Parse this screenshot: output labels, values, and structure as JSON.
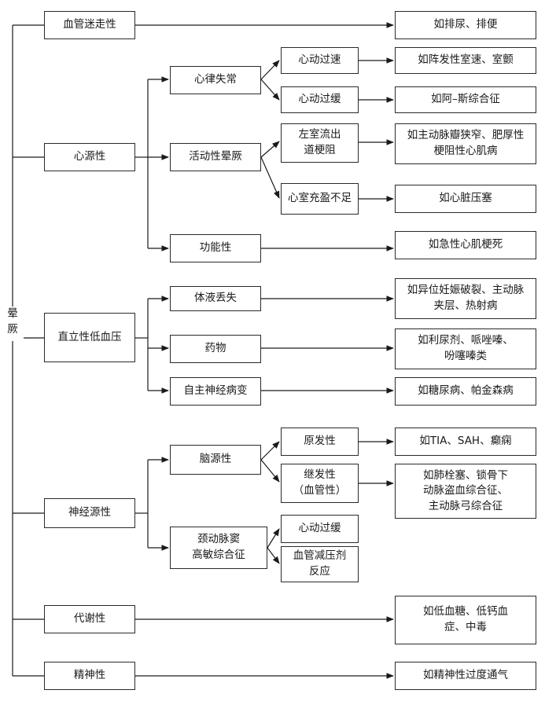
{
  "root": "晕\n厥",
  "categories": {
    "vascular": "血管迷走性",
    "cardiogenic": "心源性",
    "orthostatic": "直立性低血压",
    "neurogenic": "神经源性",
    "metabolic": "代谢性",
    "psychiatric": "精神性"
  },
  "cardiogenic_sub": {
    "arrhythmia": "心律失常",
    "active_syncope": "活动性晕厥",
    "functional": "功能性"
  },
  "arrhythmia_sub": {
    "tachy": "心动过速",
    "brady": "心动过缓"
  },
  "active_sub": {
    "lvot": "左室流出\n道梗阻",
    "filling": "心室充盈不足"
  },
  "orthostatic_sub": {
    "fluid_loss": "体液丢失",
    "drugs": "药物",
    "autonomic": "自主神经病变"
  },
  "neurogenic_sub": {
    "cerebral": "脑源性",
    "carotid": "颈动脉窦\n高敏综合征"
  },
  "cerebral_sub": {
    "primary": "原发性",
    "secondary": "继发性\n（血管性）"
  },
  "carotid_sub": {
    "brady": "心动过缓",
    "vasodepressor": "血管减压剂\n反应"
  },
  "examples": {
    "vascular": "如排尿、排便",
    "tachy": "如阵发性室速、室颤",
    "brady": "如阿–斯综合征",
    "lvot": "如主动脉瓣狭窄、肥厚性\n梗阻性心肌病",
    "filling": "如心脏压塞",
    "functional": "如急性心肌梗死",
    "fluid_loss": "如异位妊娠破裂、主动脉\n夹层、热射病",
    "drugs": "如利尿剂、哌唑嗪、\n吩噻嗪类",
    "autonomic": "如糖尿病、帕金森病",
    "primary": "如TIA、SAH、癫痫",
    "secondary": "如肺栓塞、锁骨下\n动脉盗血综合征、\n主动脉弓综合征",
    "metabolic": "如低血糖、低钙血\n症、中毒",
    "psychiatric": "如精神性过度通气"
  }
}
